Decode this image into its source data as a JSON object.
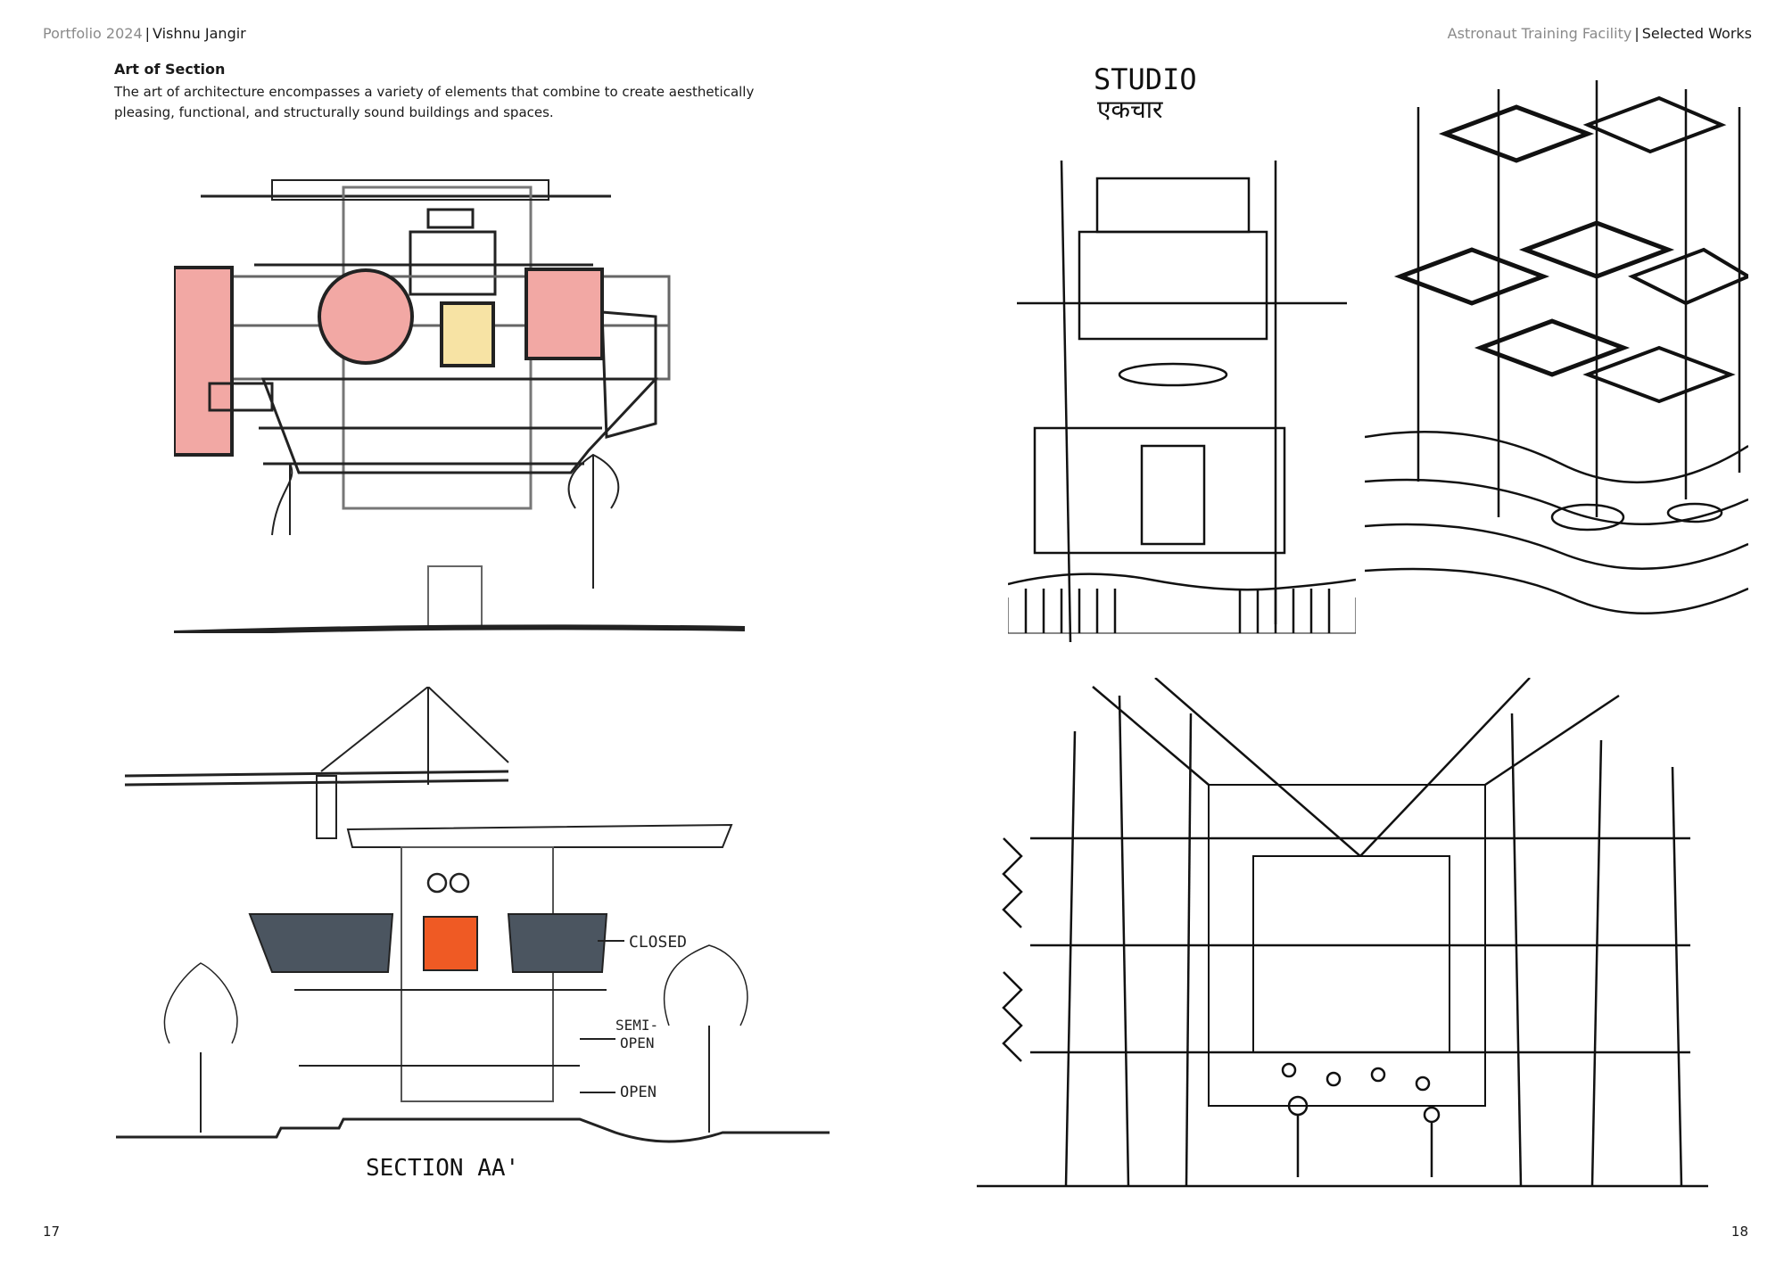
{
  "header": {
    "left_light": "Portfolio 2024",
    "left_strong": "Vishnu Jangir",
    "right_light": "Astronaut Training Facility",
    "right_strong": "Selected Works"
  },
  "section": {
    "title": "Art of Section",
    "description": "The art of architecture encompasses a variety of elements that combine to create aesthetically pleasing, functional, and structurally sound buildings and spaces."
  },
  "sketches": {
    "studio_line1": "STUDIO",
    "studio_line2": "एकचार",
    "label_closed": "CLOSED",
    "label_semi_open_1": "SEMI-",
    "label_semi_open_2": "OPEN",
    "label_open": "OPEN",
    "section_title": "SECTION AA'"
  },
  "colors": {
    "pink": "#f2a8a4",
    "yellow": "#f7e3a4",
    "orange": "#ef5a24",
    "slate": "#4b5560"
  },
  "page_numbers": {
    "left": "17",
    "right": "18"
  }
}
